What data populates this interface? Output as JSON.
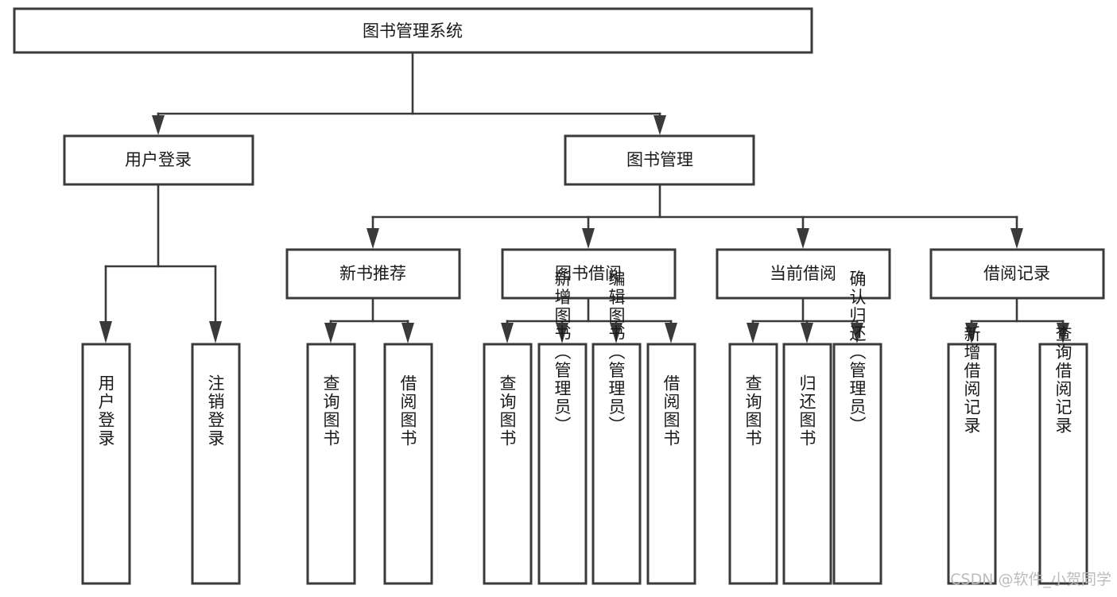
{
  "diagram": {
    "title": "图书管理系统",
    "type": "tree-hierarchy-diagram",
    "colors": {
      "box_stroke": "#3a3a3a",
      "box_fill": "#ffffff",
      "line": "#3a3a3a",
      "text": "#1a1a1a",
      "background": "#ffffff",
      "watermark": "#bcbcbc"
    },
    "root": {
      "label": "图书管理系统"
    },
    "level2": [
      {
        "label": "用户登录"
      },
      {
        "label": "图书管理"
      }
    ],
    "level3": [
      {
        "label": "新书推荐"
      },
      {
        "label": "图书借阅"
      },
      {
        "label": "当前借阅"
      },
      {
        "label": "借阅记录"
      }
    ],
    "leaves": {
      "user_login": [
        {
          "label": "用户登录"
        },
        {
          "label": "注销登录"
        }
      ],
      "new_book_recommend": [
        {
          "label": "查询图书"
        },
        {
          "label": "借阅图书"
        }
      ],
      "book_borrow": [
        {
          "label": "查询图书"
        },
        {
          "label": "新增图书（管理员）"
        },
        {
          "label": "编辑图书（管理员）"
        },
        {
          "label": "借阅图书"
        }
      ],
      "current_borrow": [
        {
          "label": "查询图书"
        },
        {
          "label": "归还图书"
        },
        {
          "label": "确认归还（管理员）"
        }
      ],
      "borrow_record": [
        {
          "label": "新增借阅记录"
        },
        {
          "label": "查询借阅记录"
        }
      ]
    },
    "watermark": "CSDN @软件_小贺同学"
  }
}
